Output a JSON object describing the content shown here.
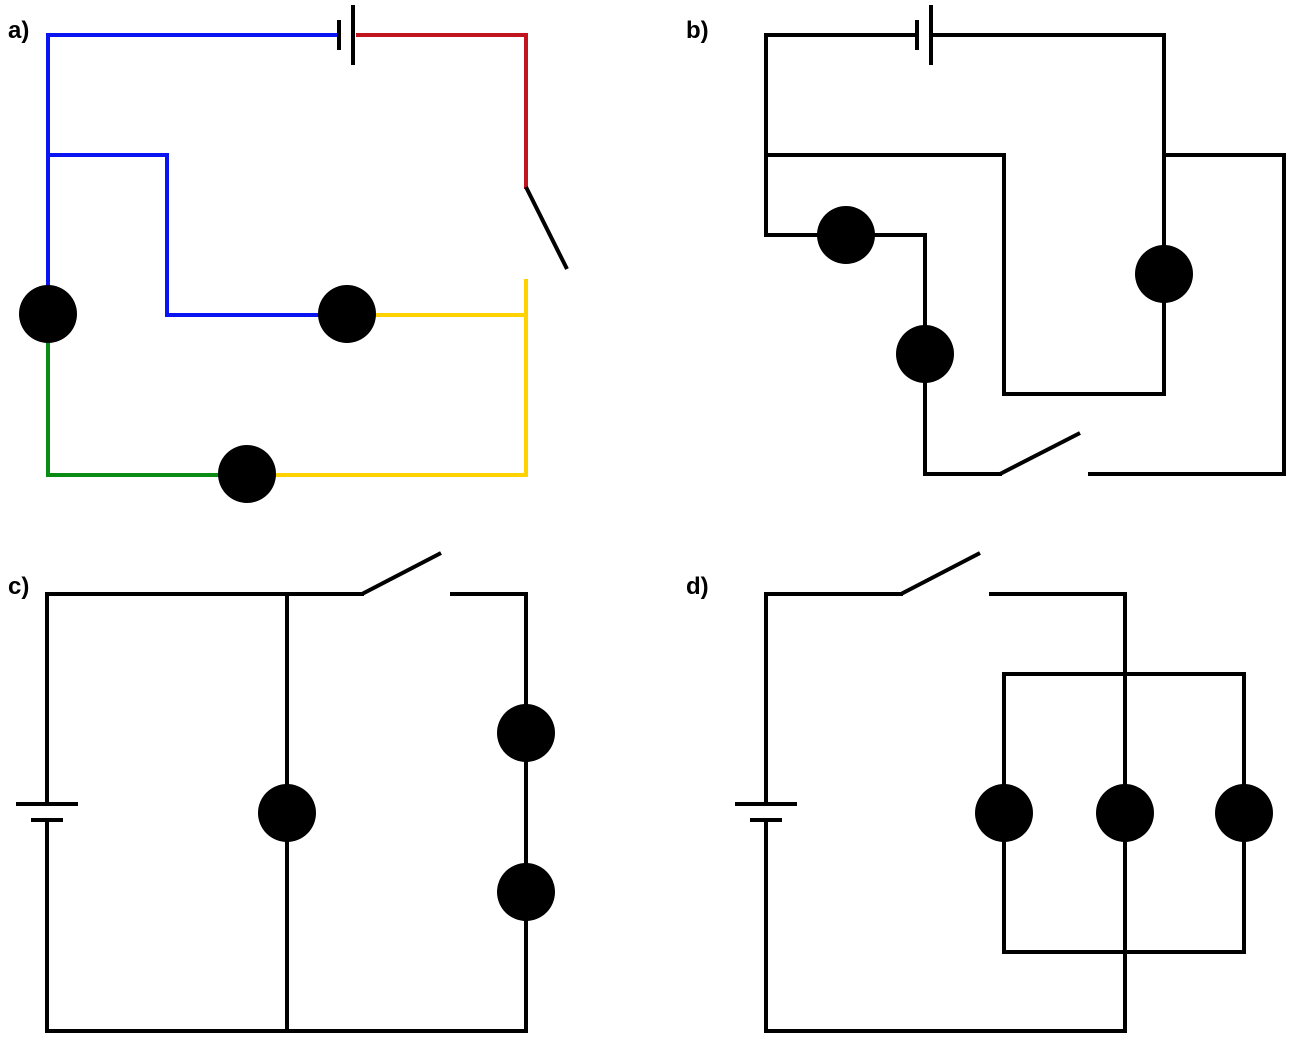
{
  "panels": [
    {
      "label": "a)"
    },
    {
      "label": "b)"
    },
    {
      "label": "c)"
    },
    {
      "label": "d)"
    }
  ],
  "colors": {
    "blue": "#0a14f0",
    "red": "#c0141e",
    "yellow": "#ffd200",
    "green": "#0a8c14",
    "black": "#000000"
  }
}
